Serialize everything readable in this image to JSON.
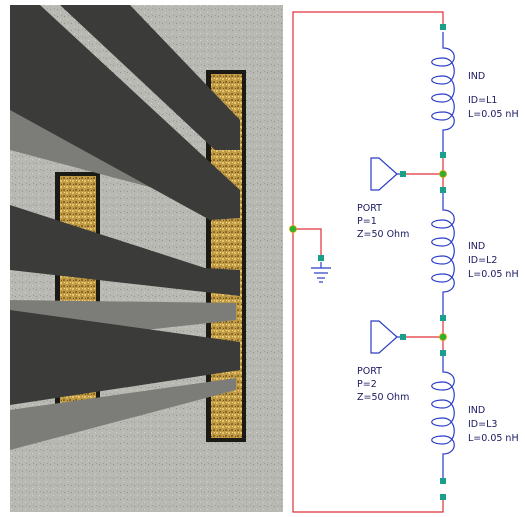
{
  "panels": {
    "left": "photo of probe tips landing on a coplanar inductor test structure",
    "right": "circuit schematic"
  },
  "colors": {
    "wire": "#e0303a",
    "inductor": "#2a3cc8",
    "node": "#2fb12f",
    "pin": "#1aa08a",
    "label": "#1a1a60",
    "gold": "#c8a040",
    "probe": "#3a3a3a",
    "background_photo": "#b9bab3"
  },
  "inductors": [
    {
      "type": "IND",
      "id": "ID=L1",
      "value": "L=0.05 nH"
    },
    {
      "type": "IND",
      "id": "ID=L2",
      "value": "L=0.05 nH"
    },
    {
      "type": "IND",
      "id": "ID=L3",
      "value": "L=0.05 nH"
    }
  ],
  "ports": [
    {
      "type": "PORT",
      "p": "P=1",
      "z": "Z=50 Ohm"
    },
    {
      "type": "PORT",
      "p": "P=2",
      "z": "Z=50 Ohm"
    }
  ]
}
